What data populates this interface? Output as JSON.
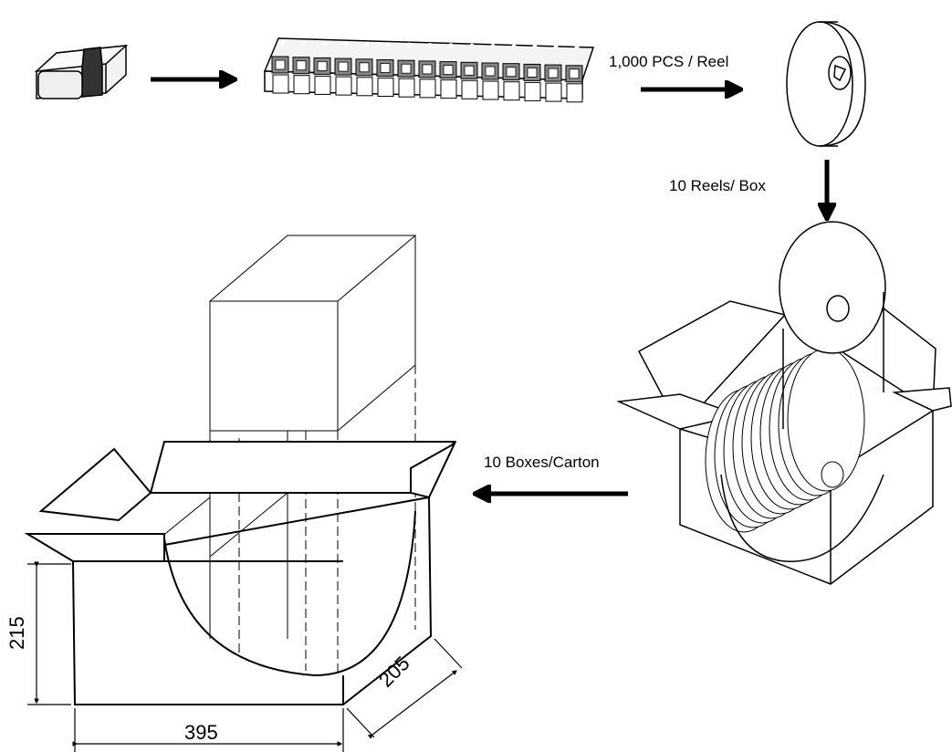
{
  "labels": {
    "pcs_per_reel": "1,000 PCS / Reel",
    "reels_per_box": "10 Reels/ Box",
    "boxes_per_carton": "10 Boxes/Carton"
  },
  "dimensions": {
    "width": "395",
    "height": "215",
    "depth": "205"
  },
  "colors": {
    "line": "#000000",
    "component_fill": "#eeeeee",
    "background": "#ffffff"
  }
}
